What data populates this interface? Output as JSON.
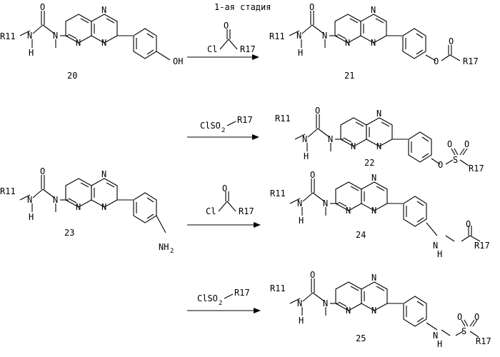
{
  "stage_label": "1-ая стадия",
  "substituents": {
    "r11": "R11",
    "r17": "R17",
    "oh": "OH",
    "nh2": "NH",
    "nh2_sub": "2"
  },
  "atoms": {
    "n": "N",
    "h": "H",
    "o": "O",
    "cl": "Cl",
    "s": "S"
  },
  "reagents": {
    "acyl_chloride": {
      "cl": "Cl",
      "o": "O",
      "r": "R17"
    },
    "sulfonyl_chloride": {
      "text": "ClSO",
      "sub": "2",
      "r": "R17"
    }
  },
  "compounds": [
    "20",
    "21",
    "22",
    "23",
    "24",
    "25"
  ]
}
